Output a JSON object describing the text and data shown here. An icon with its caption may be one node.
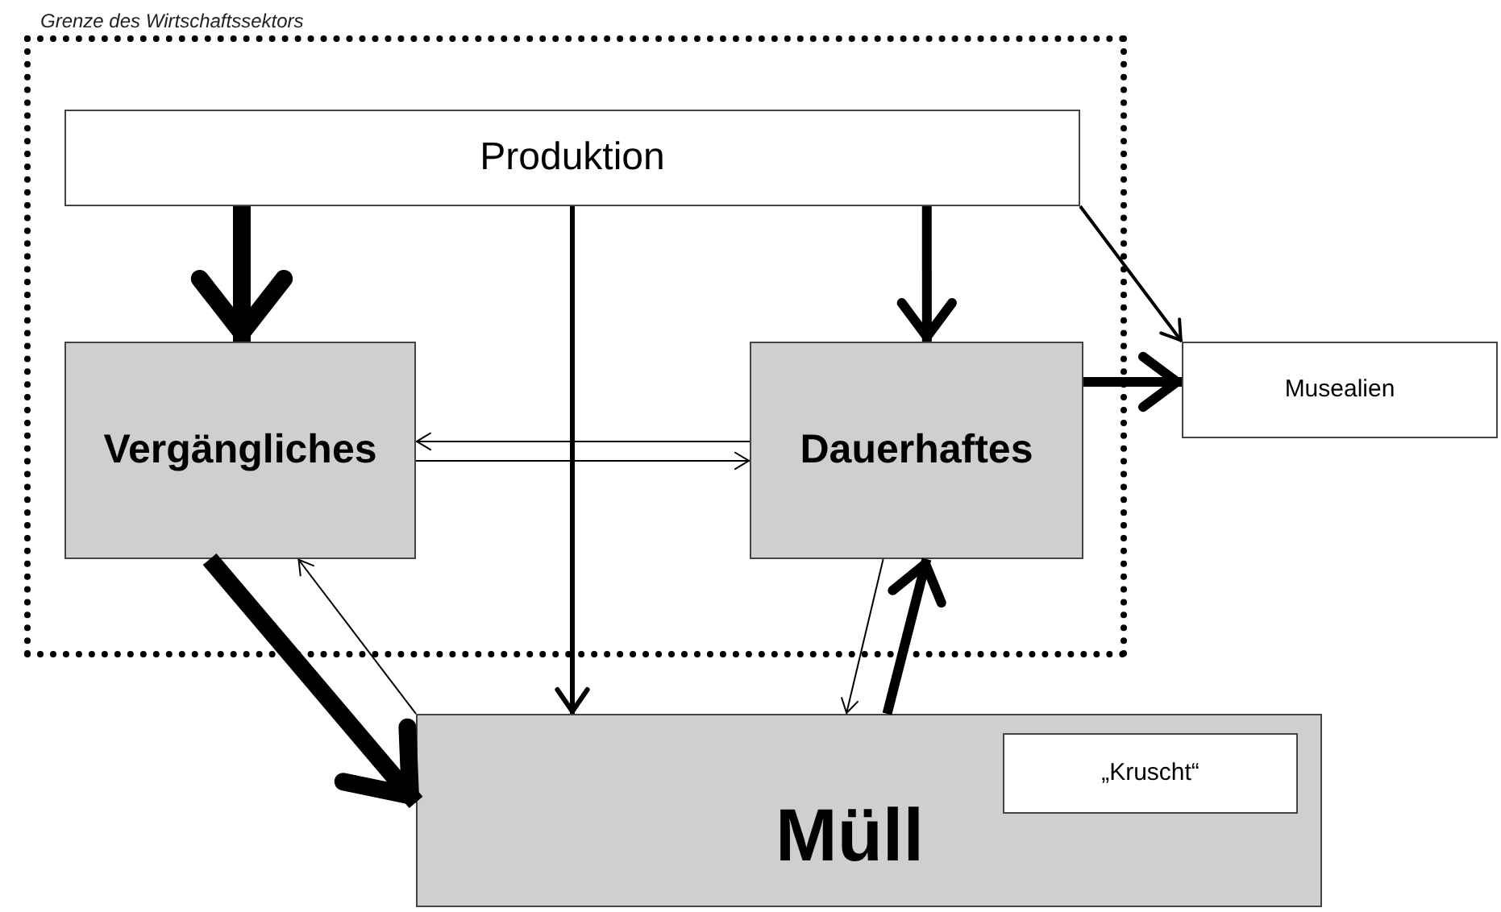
{
  "diagram": {
    "nodes": [
      {
        "text": [
          "Grenze des Wirtschaftssektors"
        ]
      },
      {
        "text": [
          "Produktion"
        ],
        "in": 0
      },
      {
        "text": [
          "Vergängliches"
        ],
        "in": 0
      },
      {
        "text": [
          "Dauerhaftes"
        ],
        "in": 0
      },
      {
        "text": [
          "Musealien"
        ]
      },
      {
        "text": [
          "Müll"
        ]
      },
      {
        "text": [
          "„Kruscht“"
        ],
        "in": 5
      }
    ],
    "edges": [
      {
        "from": 1,
        "to": 2,
        "arrow": "to",
        "style": "thick"
      },
      {
        "from": 1,
        "to": 5,
        "arrow": "to"
      },
      {
        "from": 1,
        "to": 3,
        "arrow": "to",
        "style": "thick"
      },
      {
        "from": 1,
        "to": 4,
        "arrow": "to"
      },
      {
        "from": 3,
        "to": 4,
        "arrow": "to",
        "style": "thick"
      },
      {
        "from": 3,
        "to": 2,
        "arrow": "to"
      },
      {
        "from": 2,
        "to": 3,
        "arrow": "to"
      },
      {
        "from": 2,
        "to": 5,
        "arrow": "to",
        "style": "thick"
      },
      {
        "from": 5,
        "to": 2,
        "arrow": "to"
      },
      {
        "from": 3,
        "to": 5,
        "arrow": "to"
      },
      {
        "from": 5,
        "to": 3,
        "arrow": "to",
        "style": "thick"
      }
    ]
  }
}
